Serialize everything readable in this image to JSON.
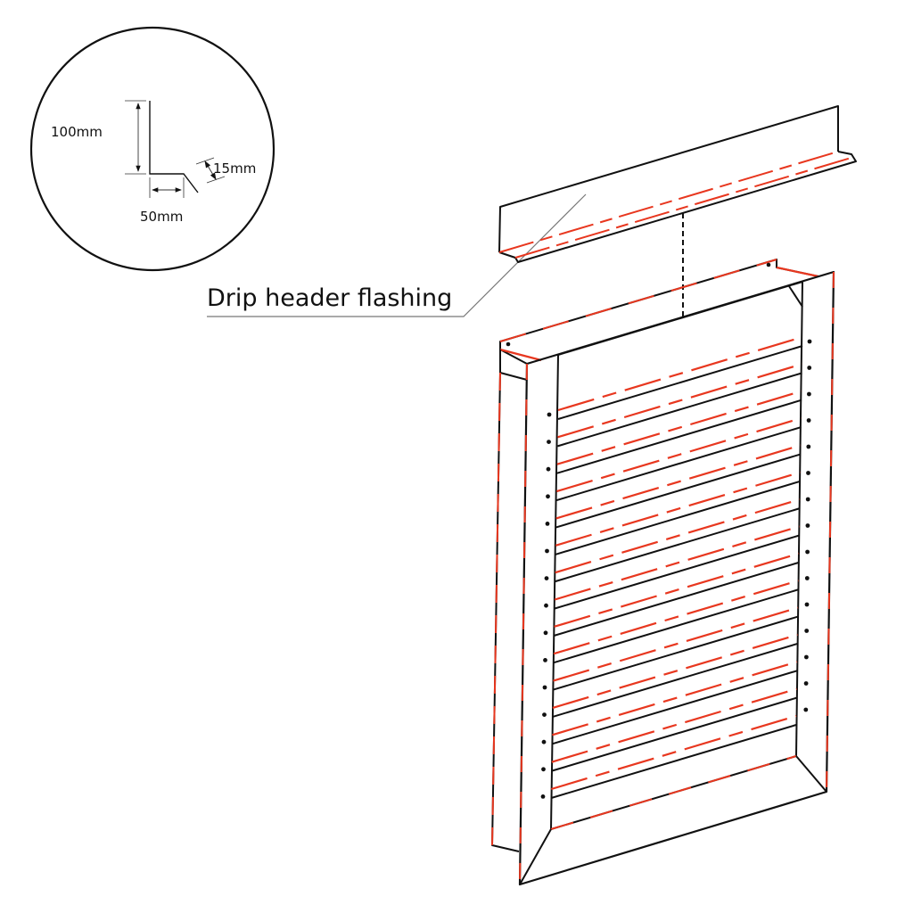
{
  "detail": {
    "height_label": "100mm",
    "width_label": "50mm",
    "drip_label": "15mm"
  },
  "callout": {
    "label": "Drip header flashing"
  },
  "louver": {
    "slat_count": 15
  },
  "colors": {
    "line": "#111111",
    "accent": "#e8371f",
    "leader": "#777777"
  }
}
